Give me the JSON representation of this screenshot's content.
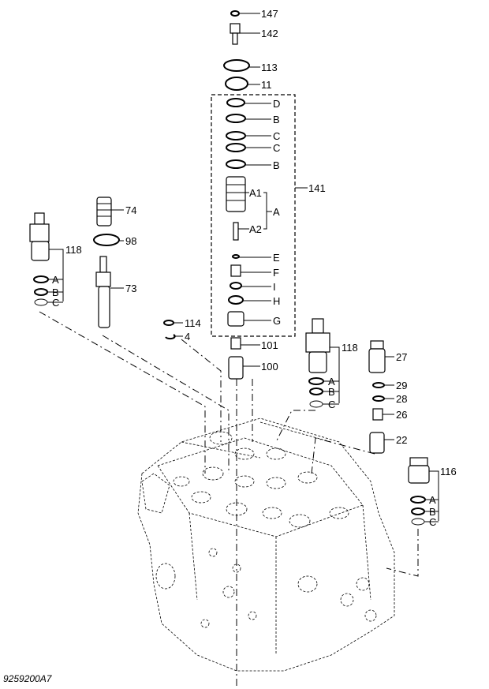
{
  "figure_code": "9259200A7",
  "callouts": {
    "p147": "147",
    "p142": "142",
    "p113": "113",
    "p11": "11",
    "pD": "D",
    "pB1": "B",
    "pC1": "C",
    "pC2": "C",
    "pB2": "B",
    "pA1": "A1",
    "pA": "A",
    "pA2": "A2",
    "p141": "141",
    "pE": "E",
    "pF": "F",
    "pI": "I",
    "pH": "H",
    "pG": "G",
    "p101": "101",
    "p100": "100",
    "p114": "114",
    "p4": "4",
    "p74": "74",
    "p98": "98",
    "p73": "73",
    "l118": "118",
    "l118A": "A",
    "l118B": "B",
    "l118C": "C",
    "c118": "118",
    "c118A": "A",
    "c118B": "B",
    "c118C": "C",
    "p27": "27",
    "p29": "29",
    "p28": "28",
    "p26": "26",
    "p22": "22",
    "r116": "116",
    "r116A": "A",
    "r116B": "B",
    "r116C": "C"
  }
}
